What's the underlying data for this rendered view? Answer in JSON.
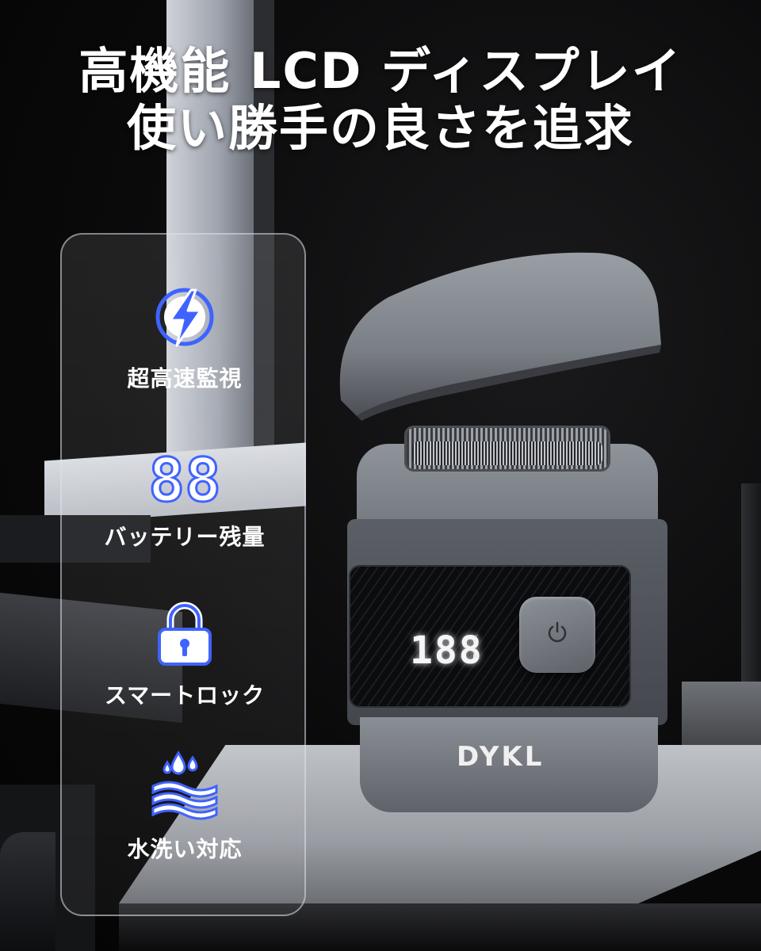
{
  "heading": {
    "line1": "高機能 LCD ディスプレイ",
    "line2": "使い勝手の良さを追求"
  },
  "features": [
    {
      "icon": "lightning-bolt-icon",
      "label": "超高速監視"
    },
    {
      "icon": "digital-88-icon",
      "label": "バッテリー残量",
      "icon_text": "88"
    },
    {
      "icon": "padlock-icon",
      "label": "スマートロック"
    },
    {
      "icon": "water-layers-icon",
      "label": "水洗い対応"
    }
  ],
  "product": {
    "display_digits": "188",
    "brand": "DYKL",
    "power_icon": "power-icon",
    "status_icons": [
      "bolt-icon",
      "lock-icon"
    ]
  },
  "colors": {
    "icon_blue": "#3f63ff",
    "icon_light": "#ffffff",
    "background": "#050505"
  }
}
